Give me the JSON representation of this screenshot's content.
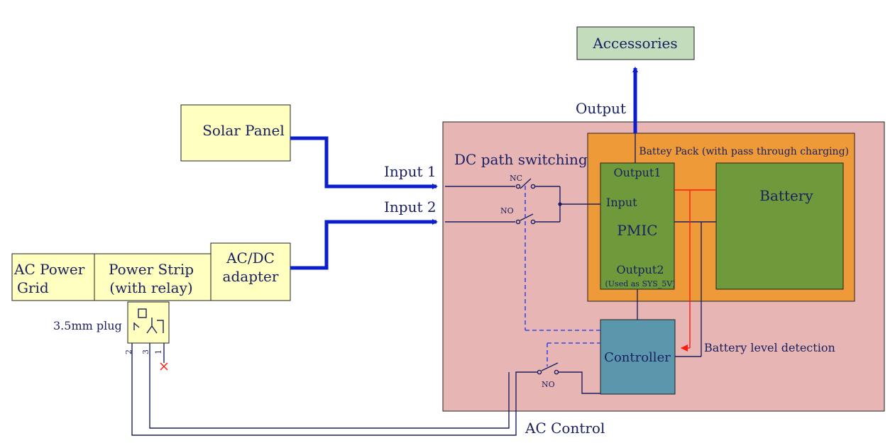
{
  "blocks": {
    "accessories": "Accessories",
    "solar_panel": "Solar Panel",
    "ac_power_grid": [
      "AC Power",
      "Grid"
    ],
    "power_strip": [
      "Power Strip",
      "(with relay)"
    ],
    "ac_dc_adapter": [
      "AC/DC",
      "adapter"
    ],
    "battery_pack": "Battey Pack (with pass through charging)",
    "battery": "Battery",
    "pmic": "PMIC",
    "pmic_output1": "Output1",
    "pmic_input": "Input",
    "pmic_output2": "Output2",
    "pmic_output2_note": "(Used as SYS_5V)",
    "controller": "Controller"
  },
  "labels": {
    "output": "Output",
    "input1": "Input 1",
    "input2": "Input 2",
    "dc_path_switching": "DC path switching",
    "nc": "NC",
    "no_top": "NO",
    "no_bottom": "NO",
    "plug": "3.5mm plug",
    "pin2": "2",
    "pin3": "3",
    "pin1": "1",
    "battery_level_detection": "Battery level detection",
    "ac_control": "AC Control"
  },
  "colors": {
    "pink_box": "#e8b5b5",
    "orange_box": "#ef9a38",
    "green_box": "#6e9a3c",
    "blue_box": "#5b97ac",
    "yellow_box": "#ffffc0",
    "accessories_box": "#c2dcbc",
    "thick_arrow": "#0a1ecc",
    "thin_wire": "#1a2060",
    "red_wire": "#ff1a10",
    "dashed": "#3848e0"
  }
}
